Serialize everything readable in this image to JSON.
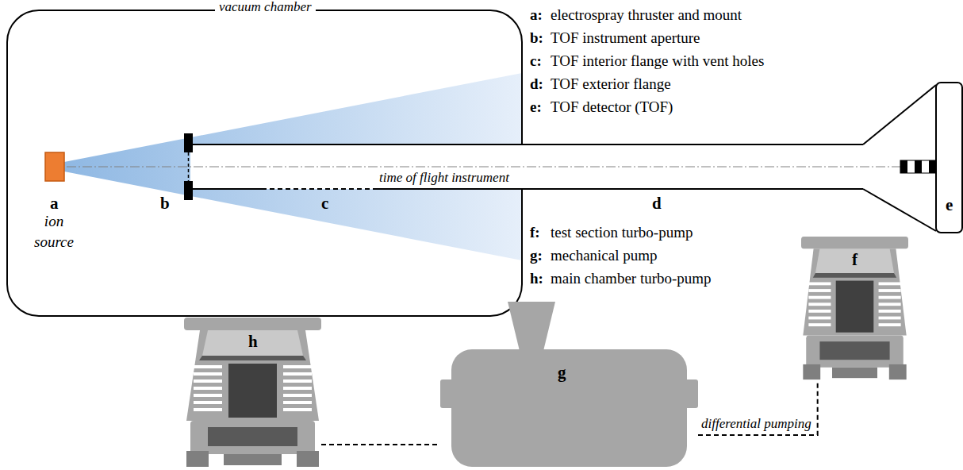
{
  "diagram": {
    "nodes": [
      {
        "text": [
          "vacuum chamber"
        ]
      },
      {
        "text": [
          "h"
        ]
      },
      {
        "text": [
          "g"
        ]
      },
      {
        "text": [
          "f"
        ]
      }
    ],
    "edges": [
      {
        "from": 1,
        "to": 2,
        "arrow": "none"
      },
      {
        "from": 2,
        "to": 3,
        "arrow": "none",
        "label": "differential pumping"
      }
    ],
    "labels": [
      "a:",
      "electrospray thruster and mount",
      "b:",
      "TOF instrument aperture",
      "c:",
      "TOF interior flange with vent holes",
      "d:",
      "TOF exterior flange",
      "e:",
      "TOF detector (TOF)",
      "f:",
      "test section turbo-pump",
      "g:",
      "mechanical pump",
      "h:",
      "main chamber turbo-pump",
      "a",
      "b",
      "c",
      "d",
      "e",
      "ion source",
      "time of flight instrument"
    ]
  }
}
